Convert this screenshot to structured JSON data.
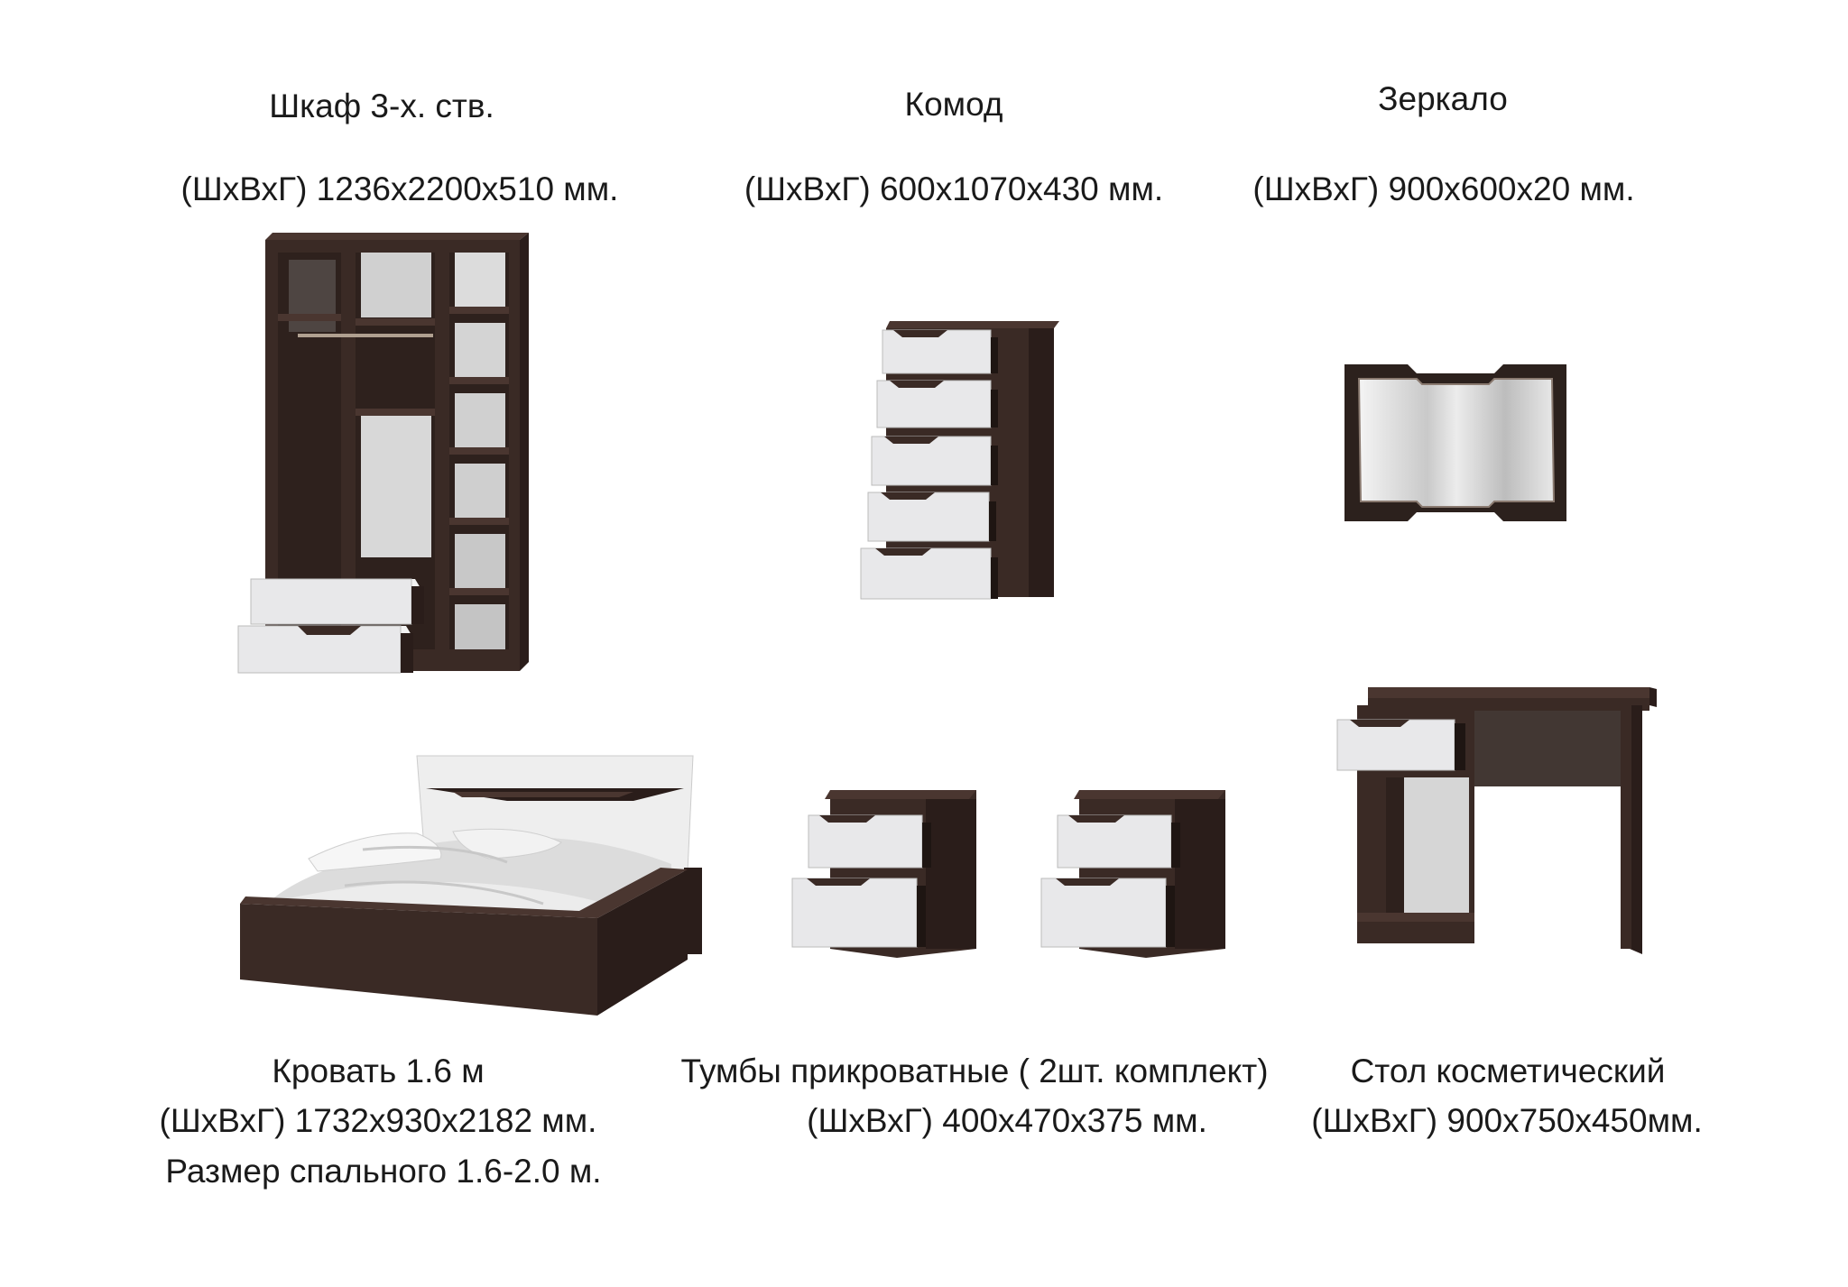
{
  "colors": {
    "wood": "#3a2a25",
    "wood_dark": "#2a1d1a",
    "wood_light": "#4a3630",
    "white_panel": "#e8e8ea",
    "background": "#ffffff"
  },
  "items": {
    "wardrobe": {
      "title": "Шкаф 3-х. ств.",
      "dims": "(ШхВхГ) 1236х2200х510 мм."
    },
    "dresser": {
      "title": "Комод",
      "dims": "(ШхВхГ) 600х1070х430 мм."
    },
    "mirror": {
      "title": "Зеркало",
      "dims": "(ШхВхГ) 900х600х20 мм."
    },
    "bed": {
      "title": "Кровать 1.6 м",
      "dims": "(ШхВхГ) 1732х930х2182 мм.",
      "note": "Размер спального 1.6-2.0 м."
    },
    "nightstands": {
      "title": "Тумбы прикроватные ( 2шт. комплект)",
      "dims": "(ШхВхГ) 400х470х375 мм."
    },
    "vanity": {
      "title": "Стол косметический",
      "dims": "(ШхВхГ) 900х750х450мм."
    }
  }
}
